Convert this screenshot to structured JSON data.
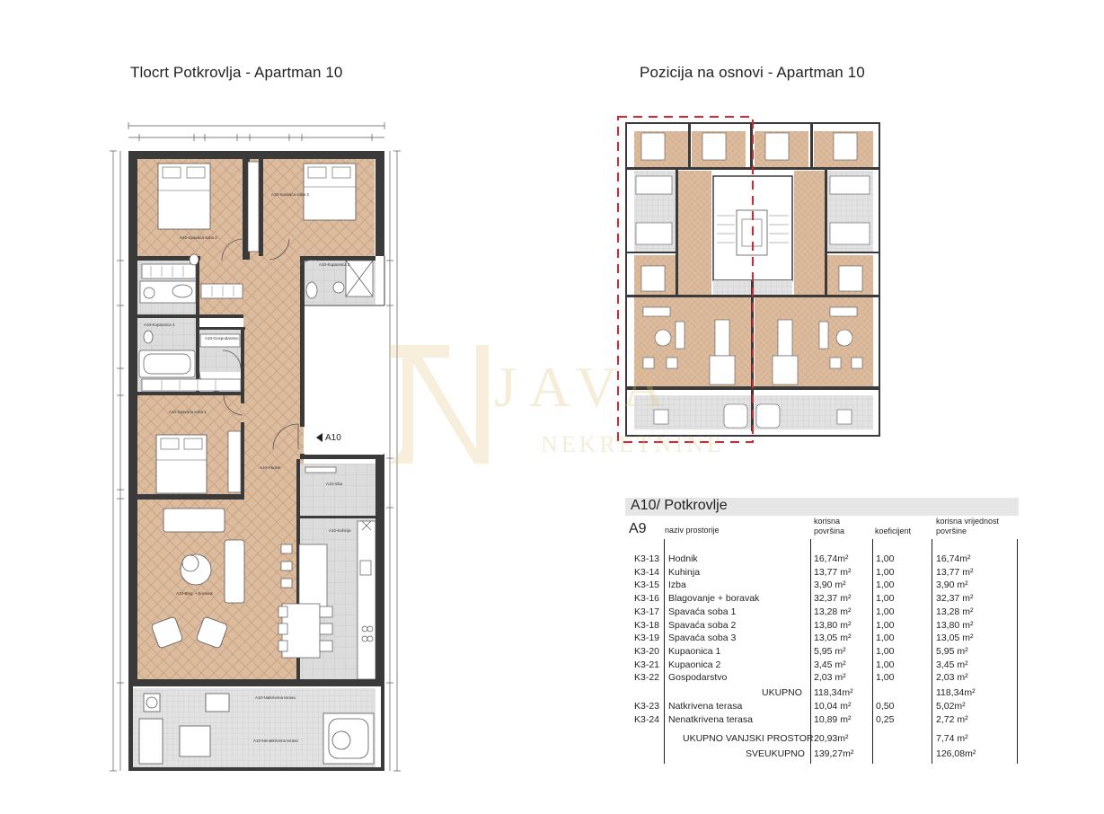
{
  "left_title": "Tlocrt Potkrovlja - Apartman 10",
  "right_title": "Pozicija na osnovi - Apartman 10",
  "entrance_label": "A10",
  "watermark": {
    "name": "JAVA",
    "sub": "NEKRETNINE"
  },
  "table": {
    "title": "A10/ Potkrovlje",
    "subtitle": "A9",
    "col_name": "naziv prostorije",
    "col_area_1": "korisna",
    "col_area_2": "površina",
    "col_koef": "koeficijent",
    "col_val_1": "korisna vrijednost",
    "col_val_2": "površine",
    "rows": [
      {
        "code": "K3-13",
        "name": "Hodnik",
        "area": "16,74m²",
        "koef": "1,00",
        "value": "16,74m²"
      },
      {
        "code": "K3-14",
        "name": "Kuhinja",
        "area": "13,77 m²",
        "koef": "1,00",
        "value": "13,77 m²"
      },
      {
        "code": "K3-15",
        "name": "Izba",
        "area": "3,90 m²",
        "koef": "1,00",
        "value": "3,90 m²"
      },
      {
        "code": "K3-16",
        "name": "Blagovanje + boravak",
        "area": "32,37 m²",
        "koef": "1,00",
        "value": "32,37 m²"
      },
      {
        "code": "K3-17",
        "name": "Spavaća soba 1",
        "area": "13,28 m²",
        "koef": "1,00",
        "value": "13,28 m²"
      },
      {
        "code": "K3-18",
        "name": "Spavaća soba 2",
        "area": "13,80 m²",
        "koef": "1,00",
        "value": "13,80 m²"
      },
      {
        "code": "K3-19",
        "name": "Spavaća soba 3",
        "area": "13,05 m²",
        "koef": "1,00",
        "value": "13,05 m²"
      },
      {
        "code": "K3-20",
        "name": "Kupaonica 1",
        "area": "5,95 m²",
        "koef": "1,00",
        "value": "5,95 m²"
      },
      {
        "code": "K3-21",
        "name": "Kupaonica 2",
        "area": "3,45 m²",
        "koef": "1,00",
        "value": "3,45 m²"
      },
      {
        "code": "K3-22",
        "name": "Gospodarstvo",
        "area": "2,03 m²",
        "koef": "1,00",
        "value": "2,03 m²"
      }
    ],
    "total_label": "UKUPNO",
    "total_area": "118,34m²",
    "total_value": "118,34m²",
    "ext_rows": [
      {
        "code": "K3-23",
        "name": "Natkrivena terasa",
        "area": "10,04 m²",
        "koef": "0,50",
        "value": "5,02m²"
      },
      {
        "code": "K3-24",
        "name": "Nenatkrivena terasa",
        "area": "10,89 m²",
        "koef": "0,25",
        "value": "2,72 m²"
      }
    ],
    "ext_total_label": "UKUPNO VANJSKI PROSTOR",
    "ext_total_area": "20,93m²",
    "ext_total_value": "7,74 m²",
    "grand_label": "SVEUKUPNO",
    "grand_area": "139,27m²",
    "grand_value": "126,08m²"
  },
  "colors": {
    "wood_floor": "#d9b89a",
    "tile_floor": "#d7d7d7",
    "wall": "#3a3a3a",
    "dashed_outline": "#d8262c",
    "table_header": "#e6e6e6"
  }
}
